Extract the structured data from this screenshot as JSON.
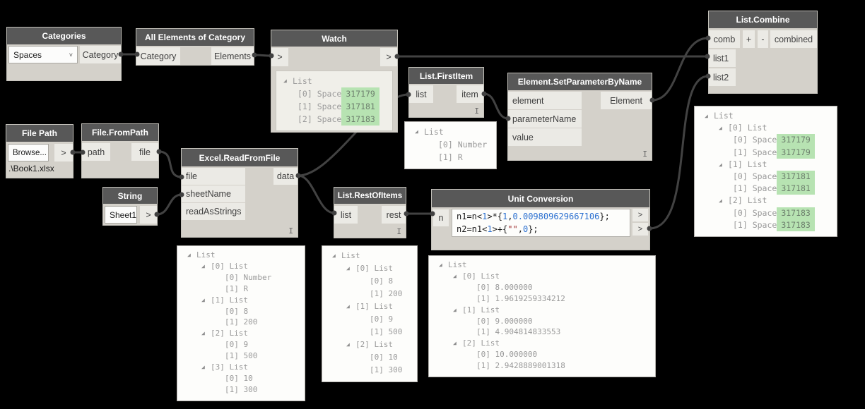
{
  "nodes": {
    "categories": {
      "title": "Categories",
      "dropdown_value": "Spaces",
      "output": "Category"
    },
    "all_elements": {
      "title": "All Elements of Category",
      "input": "Category",
      "output": "Elements"
    },
    "watch": {
      "title": "Watch",
      "input": ">",
      "output": ">"
    },
    "list_first_item": {
      "title": "List.FirstItem",
      "input": "list",
      "output": "item",
      "lacing": "I"
    },
    "set_parameter": {
      "title": "Element.SetParameterByName",
      "inputs": [
        "element",
        "parameterName",
        "value"
      ],
      "output": "Element",
      "lacing": "I"
    },
    "list_combine": {
      "title": "List.Combine",
      "inputs": [
        "comb",
        "list1",
        "list2"
      ],
      "add_label": "+",
      "remove_label": "-",
      "output": "combined"
    },
    "file_path": {
      "title": "File Path",
      "browse_label": "Browse...",
      "output": ">",
      "value": ".\\Book1.xlsx"
    },
    "file_from_path": {
      "title": "File.FromPath",
      "input": "path",
      "output": "file"
    },
    "string": {
      "title": "String",
      "value": "Sheet1",
      "output": ">"
    },
    "excel_read": {
      "title": "Excel.ReadFromFile",
      "inputs": [
        "file",
        "sheetName",
        "readAsStrings"
      ],
      "output": "data",
      "lacing": "I"
    },
    "list_rest": {
      "title": "List.RestOfItems",
      "input": "list",
      "output": "rest",
      "lacing": "I"
    },
    "unit_conversion": {
      "title": "Unit Conversion",
      "input": "n",
      "outputs": [
        ">",
        ">"
      ],
      "code_lines": [
        [
          {
            "t": "n1=n<",
            "c": "k"
          },
          {
            "t": "1",
            "c": "n"
          },
          {
            "t": ">*{",
            "c": "k"
          },
          {
            "t": "1",
            "c": "n"
          },
          {
            "t": ",",
            "c": "k"
          },
          {
            "t": "0.009809629667106",
            "c": "n"
          },
          {
            "t": "};",
            "c": "k"
          }
        ],
        [
          {
            "t": "n2=n1<",
            "c": "k"
          },
          {
            "t": "1",
            "c": "n"
          },
          {
            "t": ">+{",
            "c": "k"
          },
          {
            "t": "\"\"",
            "c": "s"
          },
          {
            "t": ",",
            "c": "k"
          },
          {
            "t": "0",
            "c": "n"
          },
          {
            "t": "};",
            "c": "k"
          }
        ]
      ]
    }
  },
  "previews": {
    "watch_list": {
      "rows": [
        {
          "i": 0,
          "t": 1,
          "l": "List"
        },
        {
          "i": 1,
          "l": "[0] Space",
          "b": "317179"
        },
        {
          "i": 1,
          "l": "[1] Space",
          "b": "317181"
        },
        {
          "i": 1,
          "l": "[2] Space",
          "b": "317183"
        }
      ]
    },
    "first_item": {
      "rows": [
        {
          "i": 0,
          "t": 1,
          "l": "List"
        },
        {
          "i": 1,
          "l": "[0] Number"
        },
        {
          "i": 1,
          "l": "[1] R"
        }
      ]
    },
    "combine": {
      "rows": [
        {
          "i": 0,
          "t": 1,
          "l": "List"
        },
        {
          "i": 1,
          "t": 1,
          "l": "[0] List"
        },
        {
          "i": 2,
          "l": "[0] Space",
          "b": "317179"
        },
        {
          "i": 2,
          "l": "[1] Space",
          "b": "317179"
        },
        {
          "i": 1,
          "t": 1,
          "l": "[1] List"
        },
        {
          "i": 2,
          "l": "[0] Space",
          "b": "317181"
        },
        {
          "i": 2,
          "l": "[1] Space",
          "b": "317181"
        },
        {
          "i": 1,
          "t": 1,
          "l": "[2] List"
        },
        {
          "i": 2,
          "l": "[0] Space",
          "b": "317183"
        },
        {
          "i": 2,
          "l": "[1] Space",
          "b": "317183"
        }
      ]
    },
    "excel": {
      "rows": [
        {
          "i": 0,
          "t": 1,
          "l": "List"
        },
        {
          "i": 1,
          "t": 1,
          "l": "[0] List"
        },
        {
          "i": 2,
          "l": "[0] Number"
        },
        {
          "i": 2,
          "l": "[1] R"
        },
        {
          "i": 1,
          "t": 1,
          "l": "[1] List"
        },
        {
          "i": 2,
          "l": "[0] 8"
        },
        {
          "i": 2,
          "l": "[1] 200"
        },
        {
          "i": 1,
          "t": 1,
          "l": "[2] List"
        },
        {
          "i": 2,
          "l": "[0] 9"
        },
        {
          "i": 2,
          "l": "[1] 500"
        },
        {
          "i": 1,
          "t": 1,
          "l": "[3] List"
        },
        {
          "i": 2,
          "l": "[0] 10"
        },
        {
          "i": 2,
          "l": "[1] 300"
        }
      ]
    },
    "rest": {
      "rows": [
        {
          "i": 0,
          "t": 1,
          "l": "List"
        },
        {
          "i": 1,
          "t": 1,
          "l": "[0] List"
        },
        {
          "i": 2,
          "l": "[0] 8"
        },
        {
          "i": 2,
          "l": "[1] 200"
        },
        {
          "i": 1,
          "t": 1,
          "l": "[1] List"
        },
        {
          "i": 2,
          "l": "[0] 9"
        },
        {
          "i": 2,
          "l": "[1] 500"
        },
        {
          "i": 1,
          "t": 1,
          "l": "[2] List"
        },
        {
          "i": 2,
          "l": "[0] 10"
        },
        {
          "i": 2,
          "l": "[1] 300"
        }
      ]
    },
    "unit": {
      "rows": [
        {
          "i": 0,
          "t": 1,
          "l": "List"
        },
        {
          "i": 1,
          "t": 1,
          "l": "[0] List"
        },
        {
          "i": 2,
          "l": "[0] 8.000000"
        },
        {
          "i": 2,
          "l": "[1] 1.9619259334212"
        },
        {
          "i": 1,
          "t": 1,
          "l": "[1] List"
        },
        {
          "i": 2,
          "l": "[0] 9.000000"
        },
        {
          "i": 2,
          "l": "[1] 4.904814833553"
        },
        {
          "i": 1,
          "t": 1,
          "l": "[2] List"
        },
        {
          "i": 2,
          "l": "[0] 10.000000"
        },
        {
          "i": 2,
          "l": "[1] 2.9428889001318"
        }
      ]
    }
  },
  "icons": {
    "dropdown_chevron": "˅",
    "expand_triangle": "◢"
  },
  "colors": {
    "background": "#000000",
    "node_header": "#585858",
    "node_body": "#d4d1ca",
    "port": "#ebeae5",
    "wire": "#424242",
    "badge_bg": "#b7e3b2",
    "preview_text": "#9a9a9a",
    "code_number": "#2a6fd0",
    "code_string": "#9e2f2f"
  }
}
